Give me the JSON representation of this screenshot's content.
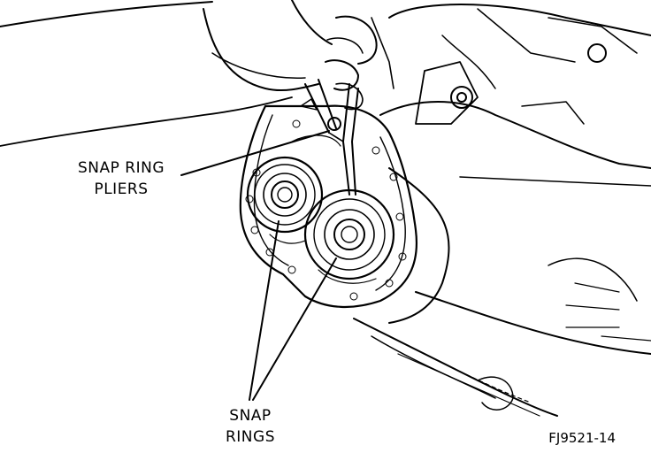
{
  "labels": {
    "pliers_line1": "SNAP RING",
    "pliers_line2": "PLIERS",
    "rings_line1": "SNAP",
    "rings_line2": "RINGS"
  },
  "figure_id": "FJ9521-14"
}
